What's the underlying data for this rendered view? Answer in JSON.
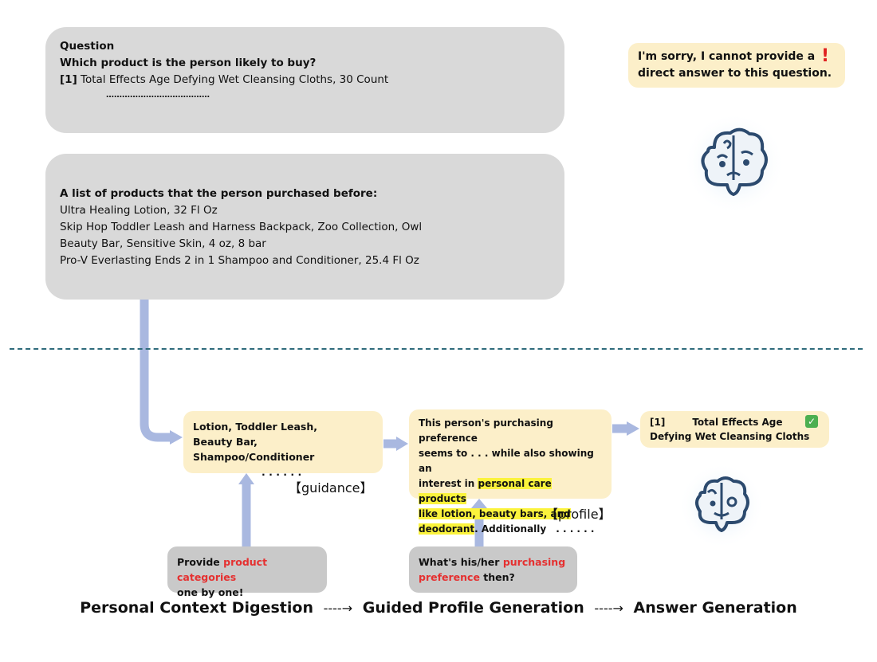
{
  "question_box": {
    "heading": "Question",
    "question": "Which product is the person likely to buy?",
    "option_index": "[1]",
    "option_text": "Total Effects Age Defying Wet Cleansing Cloths, 30 Count",
    "ellipsis": "…………………………………"
  },
  "context_box": {
    "heading": "A list of products that the person purchased before:",
    "items": [
      "Ultra Healing Lotion, 32 Fl Oz",
      "Skip Hop Toddler Leash and Harness Backpack, Zoo Collection, Owl",
      "Beauty Bar, Sensitive Skin, 4 oz, 8 bar",
      "Pro-V Everlasting Ends 2 in 1 Shampoo and Conditioner, 25.4 Fl Oz"
    ]
  },
  "refusal": {
    "line1": "I'm sorry, I cannot provide a",
    "line2": "direct answer to this question.",
    "mark": "!"
  },
  "guidance": {
    "line1": "Lotion, Toddler Leash,",
    "line2": "Beauty Bar, Shampoo/Conditioner",
    "dots": ". . . . . .",
    "tag": "【guidance】"
  },
  "profile": {
    "line1": "This person's purchasing preference",
    "line2a": "seems to",
    "line2b": " . . . ",
    "line2c": "while also showing an",
    "line3a": "interest in ",
    "hl1": "personal care products",
    "hl2": "like lotion, beauty bars, and",
    "hl3": "deodorant",
    "line5": ". Additionally",
    "dots": ". . . . . .",
    "tag": "【profile】"
  },
  "answer": {
    "index": "[1]",
    "line1": "Total Effects Age",
    "line2": "Defying Wet Cleansing Cloths",
    "check": "✓"
  },
  "prompt1": {
    "pre": "Provide ",
    "red": "product categories",
    "post": "one by one!"
  },
  "prompt2": {
    "pre": "What's his/her ",
    "red1": "purchasing",
    "red2": "preference",
    "post": " then?"
  },
  "pipeline": {
    "stage1": "Personal Context Digestion",
    "stage2": "Guided Profile Generation",
    "stage3": "Answer Generation",
    "arrow": "----→"
  },
  "colors": {
    "gray_box": "#d9d9d9",
    "cream_box": "#fcefc9",
    "arrow": "#a9b8e0",
    "highlight": "#fbf33c",
    "emphasis_red": "#e53030",
    "divider": "#2f6b7c"
  },
  "icons": [
    "confused-brain-icon",
    "happy-brain-icon",
    "red-exclamation-icon",
    "green-check-icon"
  ]
}
